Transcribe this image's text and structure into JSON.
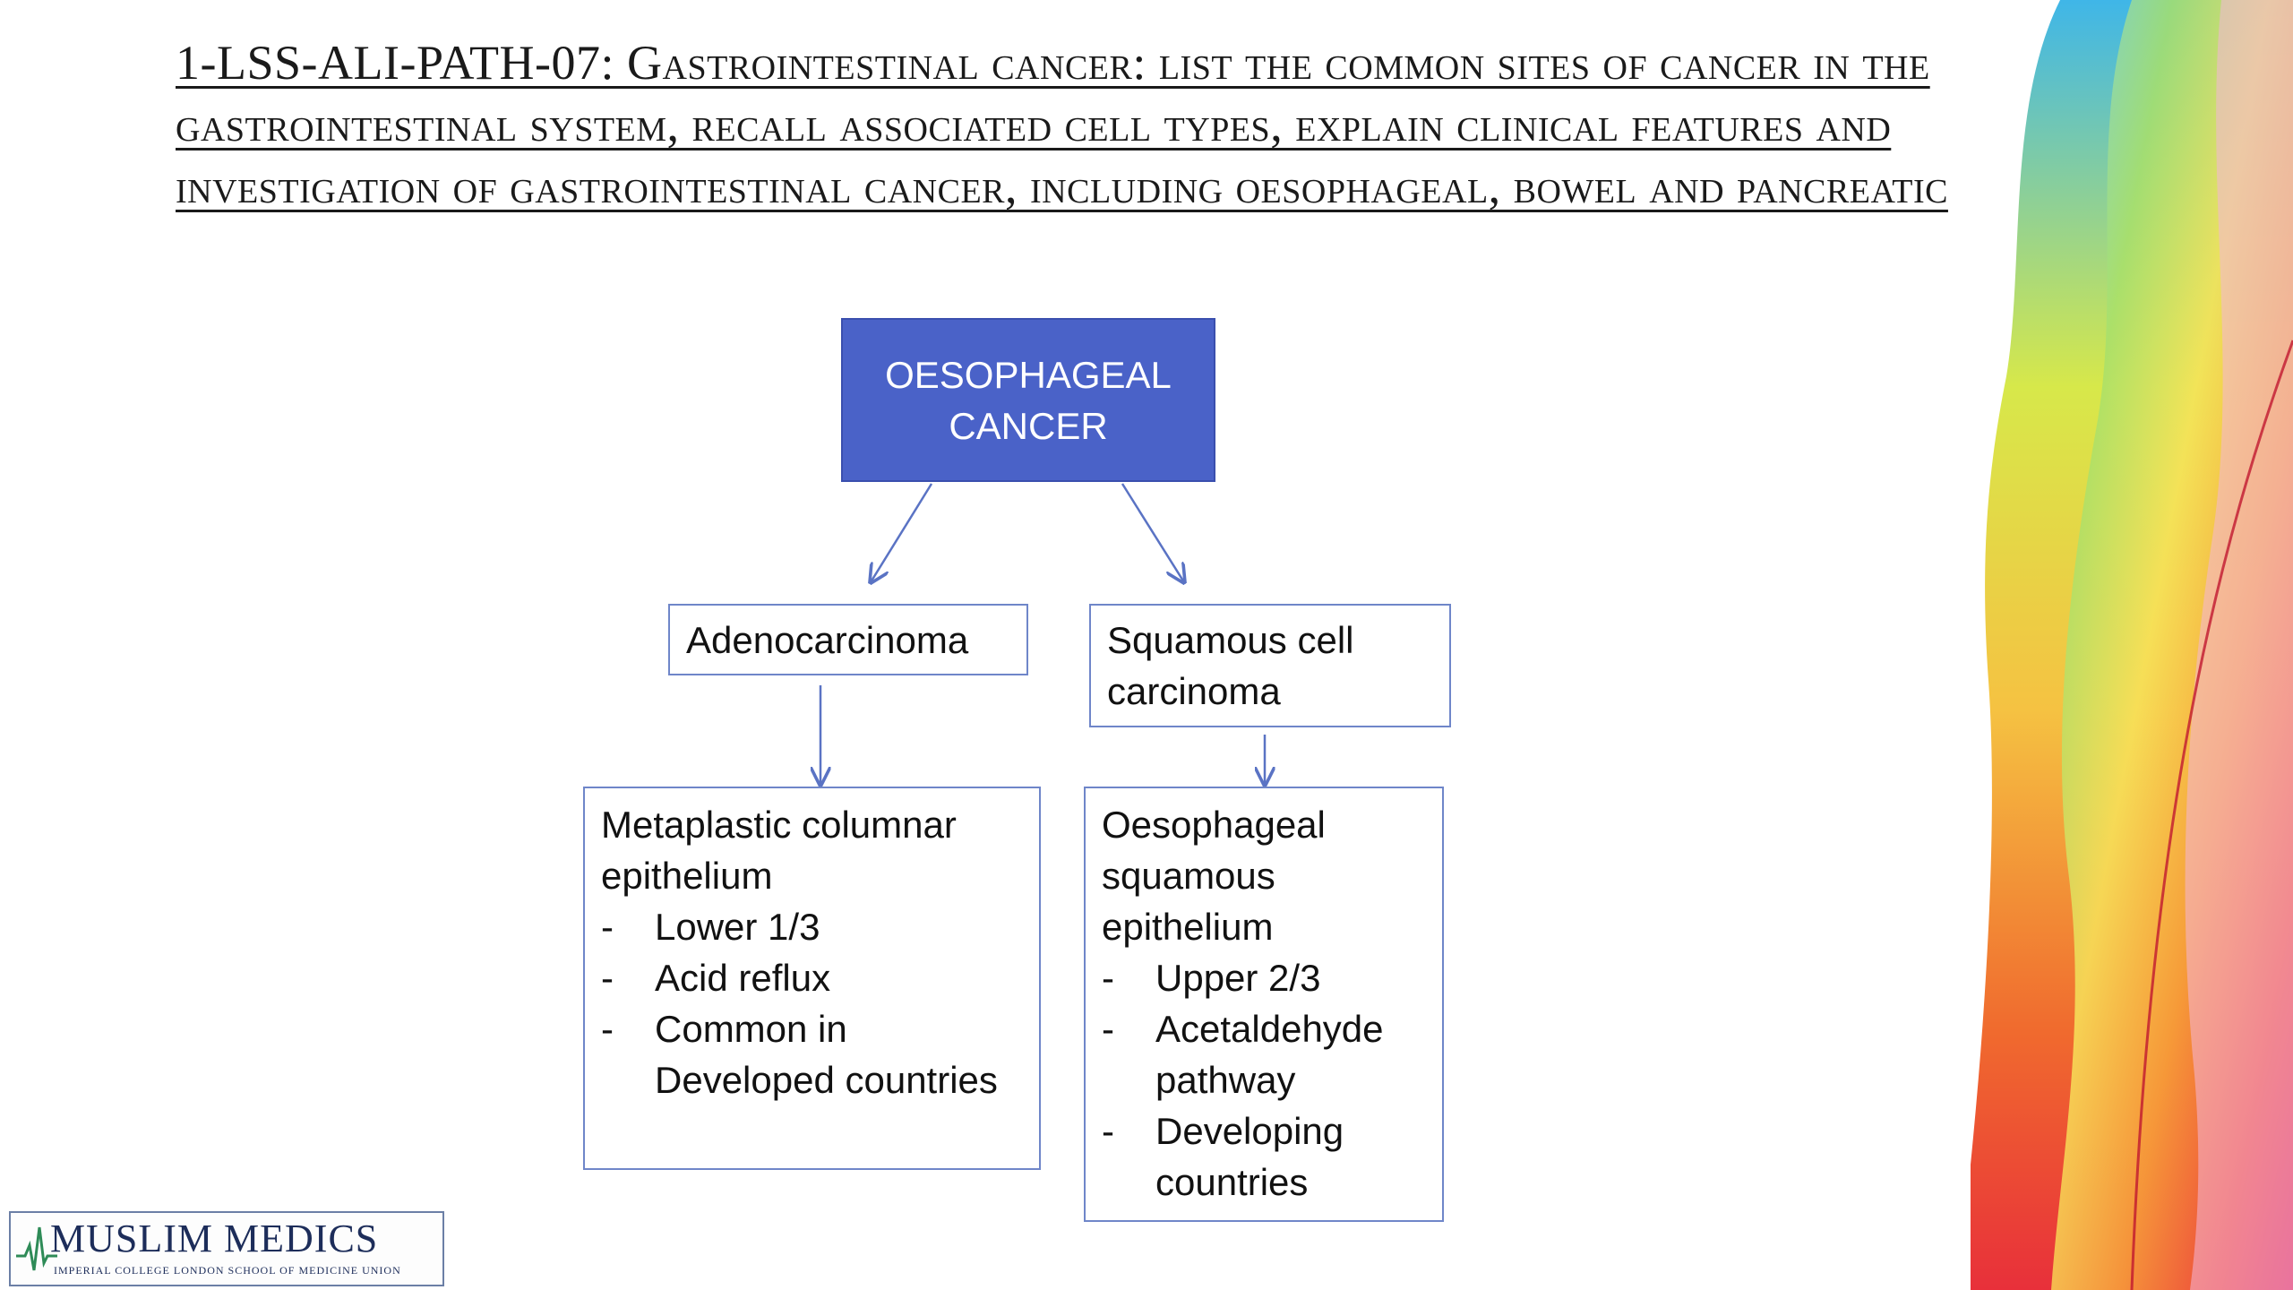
{
  "slide": {
    "title": "1-LSS-ALI-PATH-07: Gastrointestinal cancer: list the common sites of cancer in the gastrointestinal system, recall associated cell types, explain clinical features and investigation of gastrointestinal cancer, including oesophageal, bowel and pancreatic"
  },
  "diagram": {
    "root": {
      "label": "OESOPHAGEAL CANCER",
      "fill": "#4a62c8"
    },
    "adenocarcinoma": {
      "label": "Adenocarcinoma"
    },
    "squamous": {
      "label": "Squamous cell carcinoma"
    },
    "metaplastic": {
      "heading": "Metaplastic columnar epithelium",
      "bullets": [
        "Lower 1/3",
        "Acid reflux",
        "Common in Developed countries"
      ]
    },
    "oesophageal_epithelium": {
      "heading": "Oesophageal squamous epithelium",
      "bullets": [
        "Upper 2/3",
        "Acetaldehyde pathway",
        "Developing countries"
      ]
    },
    "edge_color": "#5a73c4"
  },
  "logo": {
    "name": "MUSLIM MEDICS",
    "subtitle": "IMPERIAL COLLEGE LONDON SCHOOL OF MEDICINE UNION"
  }
}
